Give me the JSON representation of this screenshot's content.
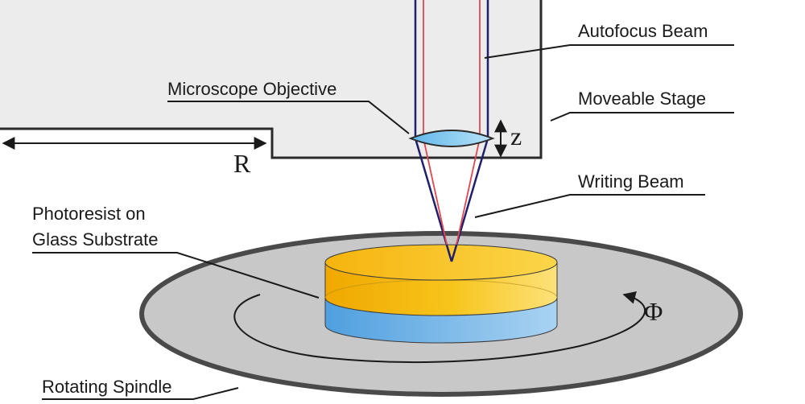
{
  "labels": {
    "autofocus_beam": "Autofocus Beam",
    "moveable_stage": "Moveable Stage",
    "microscope_objective": "Microscope Objective",
    "writing_beam": "Writing Beam",
    "photoresist_line1": "Photoresist on",
    "photoresist_line2": "Glass Substrate",
    "rotating_spindle": "Rotating Spindle"
  },
  "symbols": {
    "z": "z",
    "r": "R",
    "phi": "Φ"
  },
  "colors": {
    "stage_fill": "#ececec",
    "stage_outline": "#2a2a2a",
    "spindle_fill": "#c8c8c8",
    "spindle_outline": "#4a4a4a",
    "photoresist": "#f5c21b",
    "glass": "#6fb1e4",
    "lens": "#8ecff2",
    "writing_beam": "#1f1f6e",
    "autofocus_beam": "#e0484f"
  }
}
